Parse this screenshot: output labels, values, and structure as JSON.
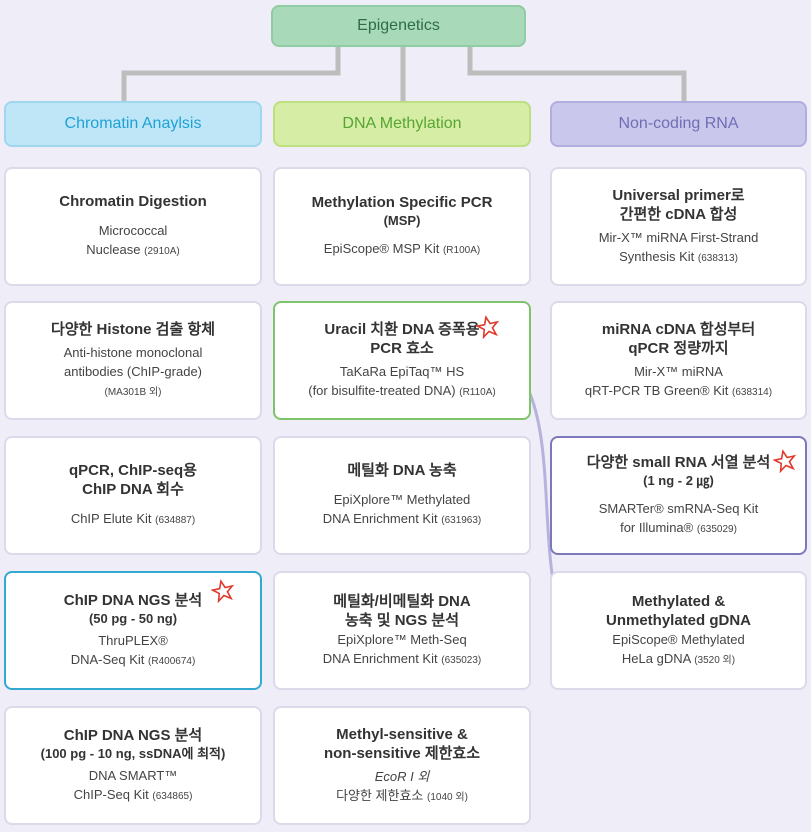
{
  "root": "Epigenetics",
  "columns": [
    {
      "title": "Chromatin Anaylsis"
    },
    {
      "title": "DNA Methylation"
    },
    {
      "title": "Non-coding RNA"
    }
  ],
  "cards": {
    "chromatin_digestion": {
      "title": "Chromatin Digestion",
      "line1": "Micrococcal",
      "line2": "Nuclease",
      "cat": "(2910A)"
    },
    "histone": {
      "title": "다양한 Histone 검출 항체",
      "line1": "Anti-histone monoclonal",
      "line2": "antibodies (ChIP-grade)",
      "cat": "(MA301B 외)"
    },
    "chip_recovery": {
      "title1": "qPCR, ChIP-seq용",
      "title2": "ChIP DNA 회수",
      "line1": "ChIP Elute Kit",
      "cat": "(634887)"
    },
    "chip_ngs1": {
      "title1": "ChIP DNA NGS 분석",
      "title2": "(50 pg - 50 ng)",
      "line1": "ThruPLEX®",
      "line2": "DNA-Seq Kit",
      "cat": "(R400674)"
    },
    "chip_ngs2": {
      "title1": "ChIP DNA NGS 분석",
      "title2": "(100 pg - 10 ng, ssDNA에 최적)",
      "line1": "DNA SMART™",
      "line2": "ChIP-Seq Kit",
      "cat": "(634865)"
    },
    "msp": {
      "title1": "Methylation Specific PCR",
      "title2": "(MSP)",
      "line1": "EpiScope® MSP Kit",
      "cat": "(R100A)"
    },
    "uracil": {
      "title1": "Uracil 치환 DNA 증폭용",
      "title2": "PCR 효소",
      "line1": "TaKaRa EpiTaq™ HS",
      "line2": "(for bisulfite-treated DNA)",
      "cat": "(R110A)"
    },
    "enrich": {
      "title": "메틸화 DNA 농축",
      "line1": "EpiXplore™ Methylated",
      "line2": "DNA Enrichment Kit",
      "cat": "(631963)"
    },
    "methseq": {
      "title1": "메틸화/비메틸화 DNA",
      "title2": "농축 및 NGS 분석",
      "line1": "EpiXplore™ Meth-Seq",
      "line2": "DNA Enrichment Kit",
      "cat": "(635023)"
    },
    "restriction": {
      "title1": "Methyl-sensitive &",
      "title2": "non-sensitive 제한효소",
      "line1": "EcoR I 외",
      "line2": "다양한 제한효소",
      "cat": "(1040 외)"
    },
    "cdna": {
      "title1": "Universal primer로",
      "title2": "간편한 cDNA 합성",
      "line1": "Mir-X™ miRNA First-Strand",
      "line2": "Synthesis Kit",
      "cat": "(638313)"
    },
    "mirna_qpcr": {
      "title1": "miRNA cDNA 합성부터",
      "title2": "qPCR 정량까지",
      "line1": "Mir-X™ miRNA",
      "line2": "qRT-PCR TB Green® Kit",
      "cat": "(638314)"
    },
    "smallrna": {
      "title1": "다양한 small RNA 서열 분석",
      "title2": "(1 ng - 2 ㎍)",
      "line1": "SMARTer® smRNA-Seq Kit",
      "line2": "for Illumina®",
      "cat": "(635029)"
    },
    "meth_gdna": {
      "title1": "Methylated &",
      "title2": "Unmethylated gDNA",
      "line1": "EpiScope® Methylated",
      "line2": "HeLa gDNA",
      "cat": "(3520 외)"
    }
  },
  "colors": {
    "root_fill": "#a8d9b8",
    "chromatin": "#1ea2d6",
    "methylation": "#57a532",
    "ncrna": "#6f6eb4",
    "star": "#e0392b",
    "arrow": "#b6b2dc"
  }
}
